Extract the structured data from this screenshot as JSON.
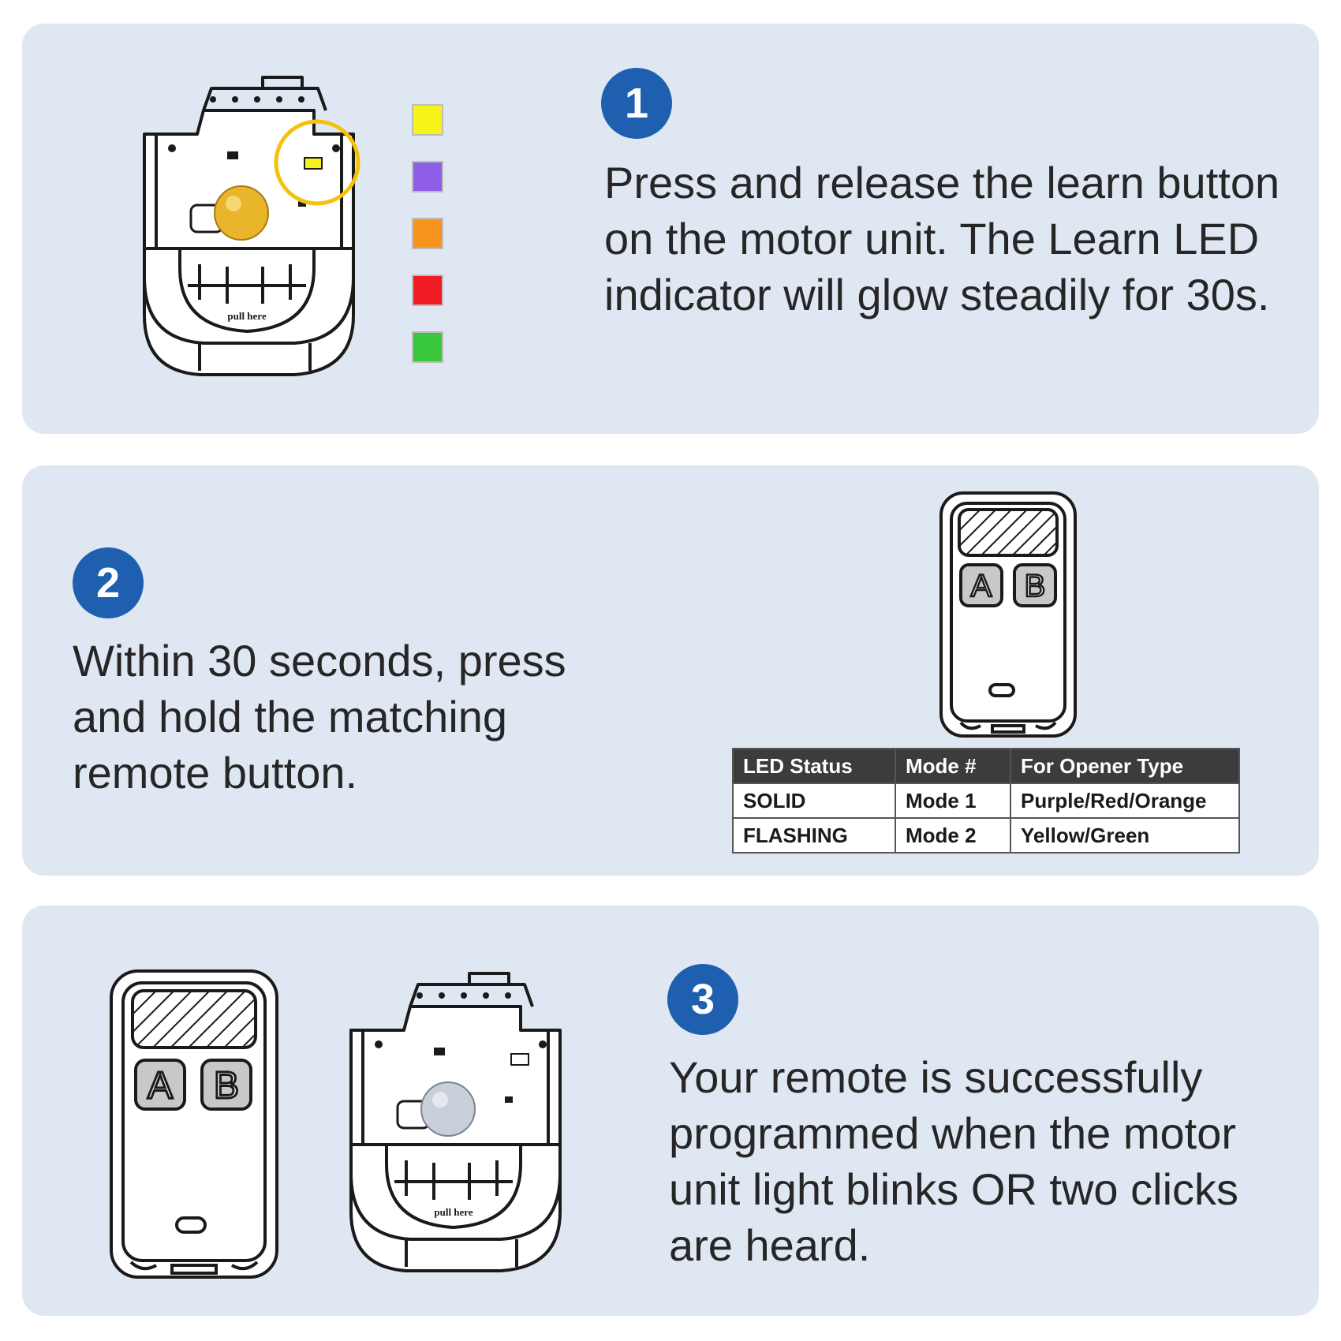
{
  "steps": [
    {
      "number": "1",
      "text": "Press and release the learn button on the motor unit. The Learn LED indicator will glow steadily for 30s."
    },
    {
      "number": "2",
      "text": "Within 30 seconds, press and hold the matching remote button."
    },
    {
      "number": "3",
      "text": "Your remote is successfully programmed when the motor unit light blinks OR two clicks are heard."
    }
  ],
  "learn_button_colors": [
    "#f7f21a",
    "#8e5ee6",
    "#f7941d",
    "#ef1c24",
    "#39c83c"
  ],
  "motor_unit": {
    "handle_label": "pull here"
  },
  "remote": {
    "button_a": "A",
    "button_b": "B"
  },
  "led_table": {
    "headers": [
      "LED Status",
      "Mode #",
      "For Opener Type"
    ],
    "rows": [
      [
        "SOLID",
        "Mode 1",
        "Purple/Red/Orange"
      ],
      [
        "FLASHING",
        "Mode 2",
        "Yellow/Green"
      ]
    ]
  },
  "colors": {
    "panel": "#dfe7f2",
    "badge": "#1f5fb0",
    "text": "#262626",
    "highlight_ring": "#f4c20d",
    "bulb_step1": "#e9b52a",
    "bulb_step3": "#c9cfd8"
  }
}
